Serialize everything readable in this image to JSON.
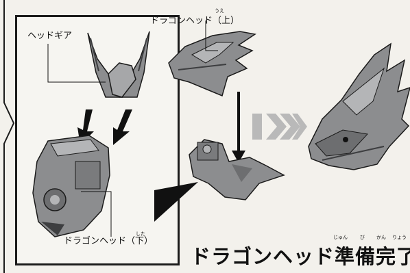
{
  "labels": {
    "head_gear": "ヘッドギア",
    "dragon_head_top": "ドラゴンヘッド（上）",
    "dragon_head_top_ruby": "うえ",
    "dragon_head_bottom": "ドラゴンヘッド（下）",
    "dragon_head_bottom_ruby": "した"
  },
  "title": {
    "text": "ドラゴンヘッド準備完了!",
    "ruby": [
      "じゅん",
      "び",
      "かん",
      "りょう"
    ]
  },
  "colors": {
    "part_fill": "#8c8d8f",
    "part_dark": "#3d3e40",
    "arrow_fill": "#b9b9b9",
    "line": "#111111"
  },
  "icons": {
    "step_arrows": "triple-chevron-right-icon",
    "down_arrows": "arrow-down-icon"
  }
}
